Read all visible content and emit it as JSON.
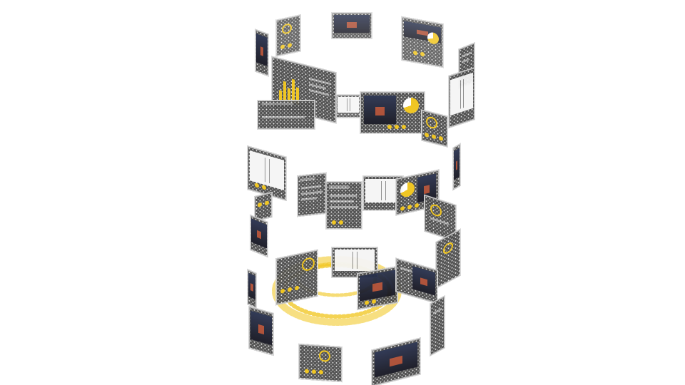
{
  "scene": {
    "background": "#ffffff",
    "accent": "#f0c419",
    "panel_color": "#4a4a4a",
    "panel_kinds": [
      "chart",
      "photo",
      "sketch",
      "text"
    ]
  }
}
